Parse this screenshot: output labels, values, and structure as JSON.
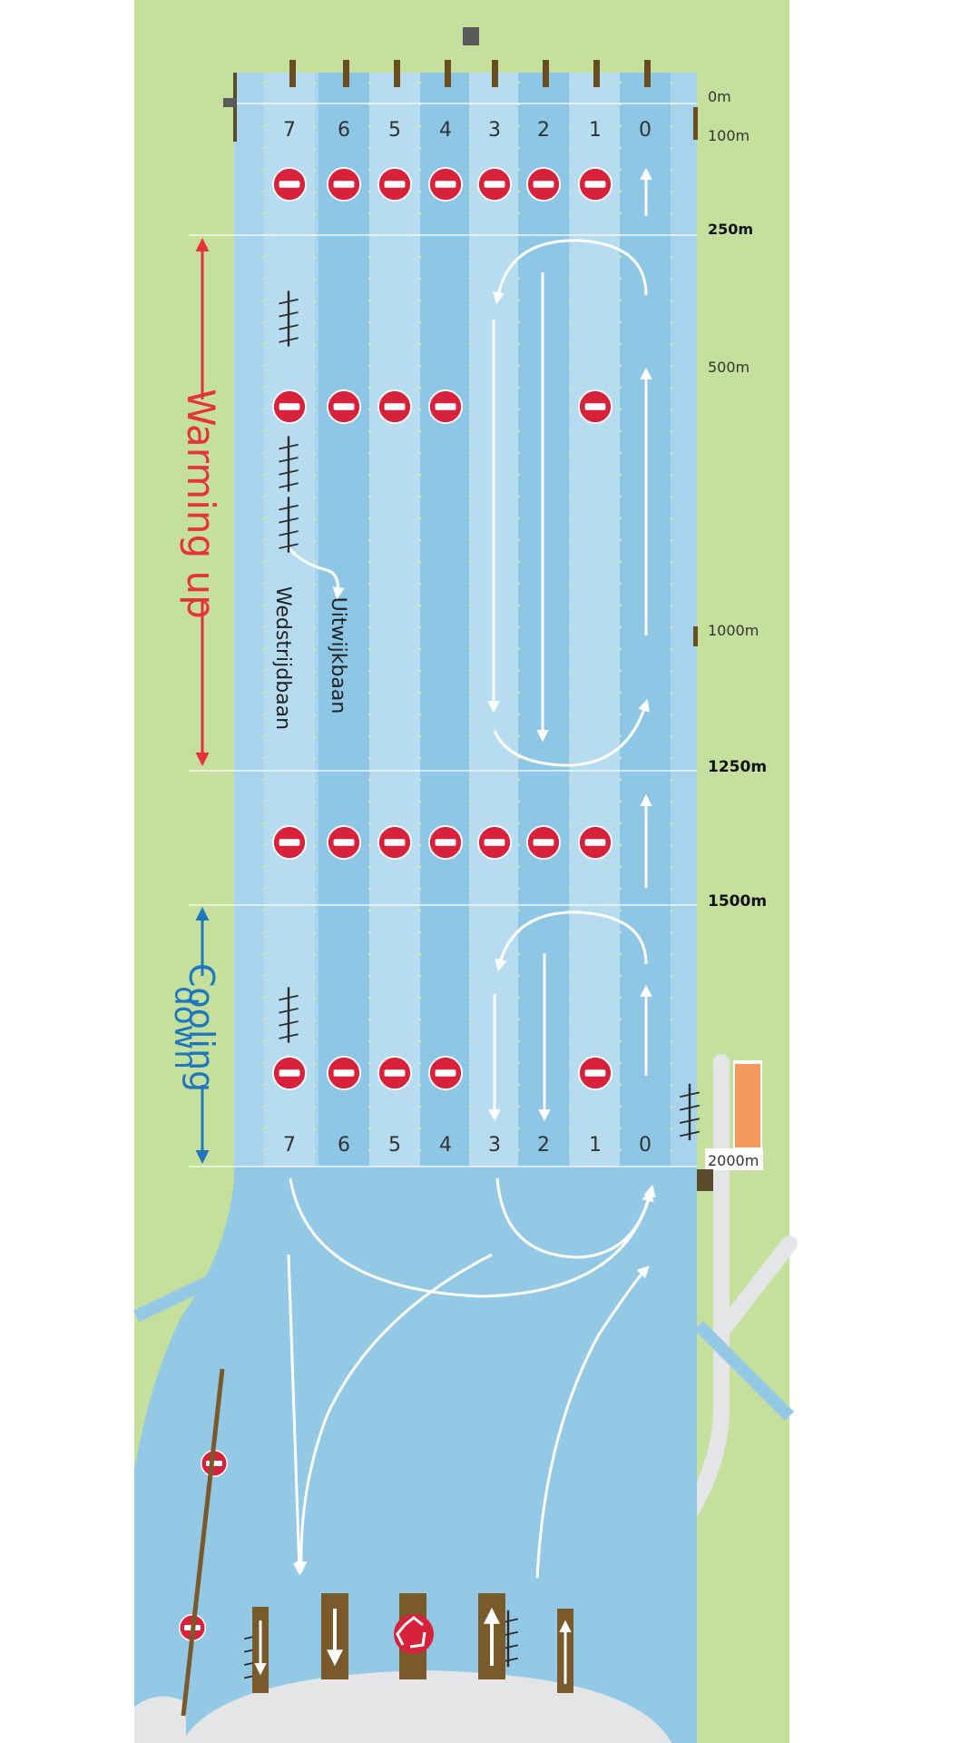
{
  "lanes": [
    "7",
    "6",
    "5",
    "4",
    "3",
    "2",
    "1",
    "0"
  ],
  "distance_markers": {
    "m0": "0m",
    "m100": "100m",
    "m250": "250m",
    "m500": "500m",
    "m1000": "1000m",
    "m1250": "1250m",
    "m1500": "1500m",
    "m2000": "2000m"
  },
  "zones": {
    "warming_up": "Warming up",
    "cooling_down_line1": "Cooling",
    "cooling_down_line2": "down"
  },
  "lane_labels": {
    "race_lane": "Wedstrijdbaan",
    "escape_lane": "Uitwijkbaan"
  },
  "colors": {
    "land": "#c5e09c",
    "water": "#94c9e5",
    "lane_dark": "#8ec6e6",
    "lane_light": "#b7dcef",
    "no_entry": "#d8213a",
    "warming_up": "#e5323b",
    "cooling_down": "#1f77be",
    "path": "#e3e5e6",
    "jetty": "#7a5a2a"
  },
  "icons": {
    "no_entry": "no-entry-icon",
    "rowing_boat": "rowing-boat-icon",
    "recycle": "recycle-icon",
    "arrow": "arrow-icon"
  }
}
